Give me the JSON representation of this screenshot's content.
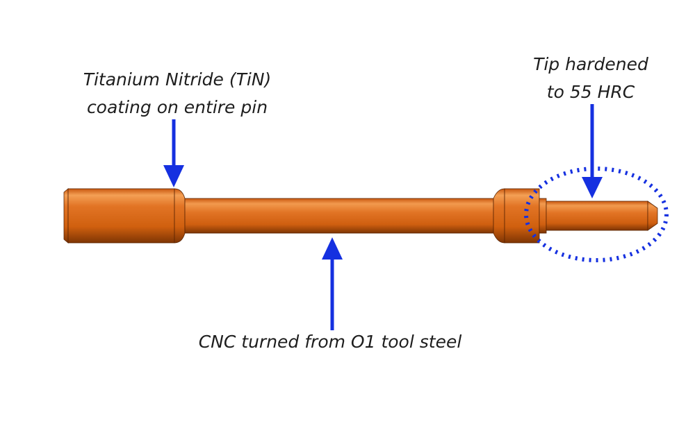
{
  "annotations": {
    "coating": {
      "line1": "Titanium Nitride (TiN)",
      "line2": "coating on entire pin"
    },
    "tip": {
      "line1": "Tip hardened",
      "line2": "to 55 HRC"
    },
    "material": {
      "line1": "CNC turned from O1 tool steel"
    }
  },
  "colors": {
    "pin_base": "#d9661a",
    "pin_light": "#f4a055",
    "pin_dark": "#8a3a06",
    "arrow": "#1530e0",
    "highlight": "#1530e0",
    "text": "#1e1e1e"
  },
  "icons": [
    "down-arrow-icon",
    "up-arrow-icon"
  ]
}
